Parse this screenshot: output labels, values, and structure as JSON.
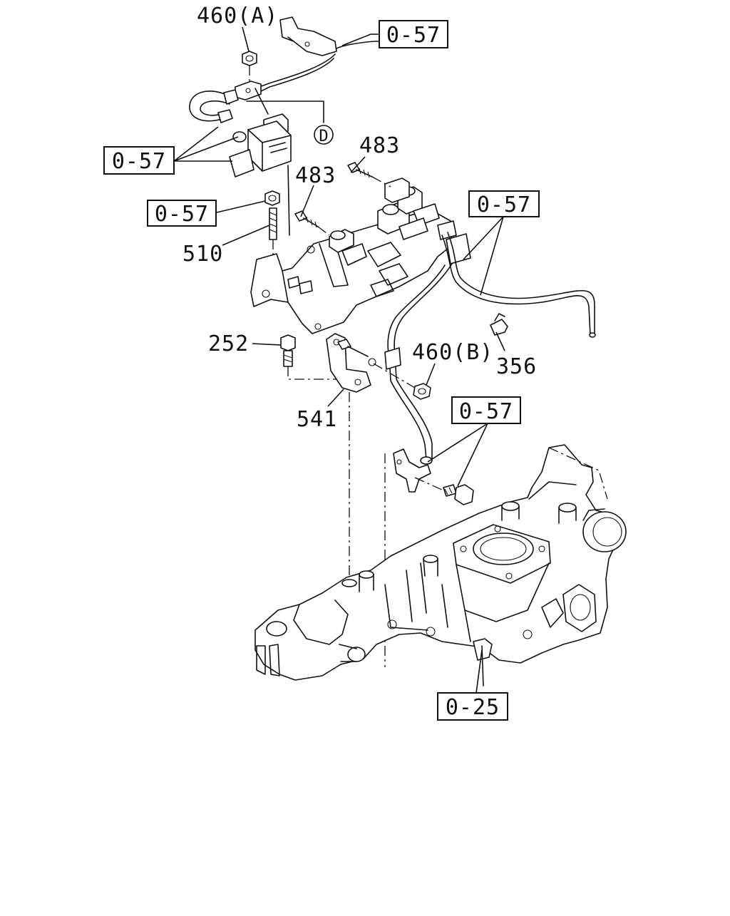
{
  "labels": {
    "part_460a": "460(A)",
    "part_460b": "460(B)",
    "part_483_upper": "483",
    "part_483_lower": "483",
    "part_510": "510",
    "part_252": "252",
    "part_541": "541",
    "part_356": "356",
    "connector_d": "D"
  },
  "references": {
    "ref_top": "0-57",
    "ref_left_cluster": "0-57",
    "ref_left_nut": "0-57",
    "ref_right_pipe": "0-57",
    "ref_lower_bracket": "0-57",
    "ref_manifold": "0-25"
  }
}
